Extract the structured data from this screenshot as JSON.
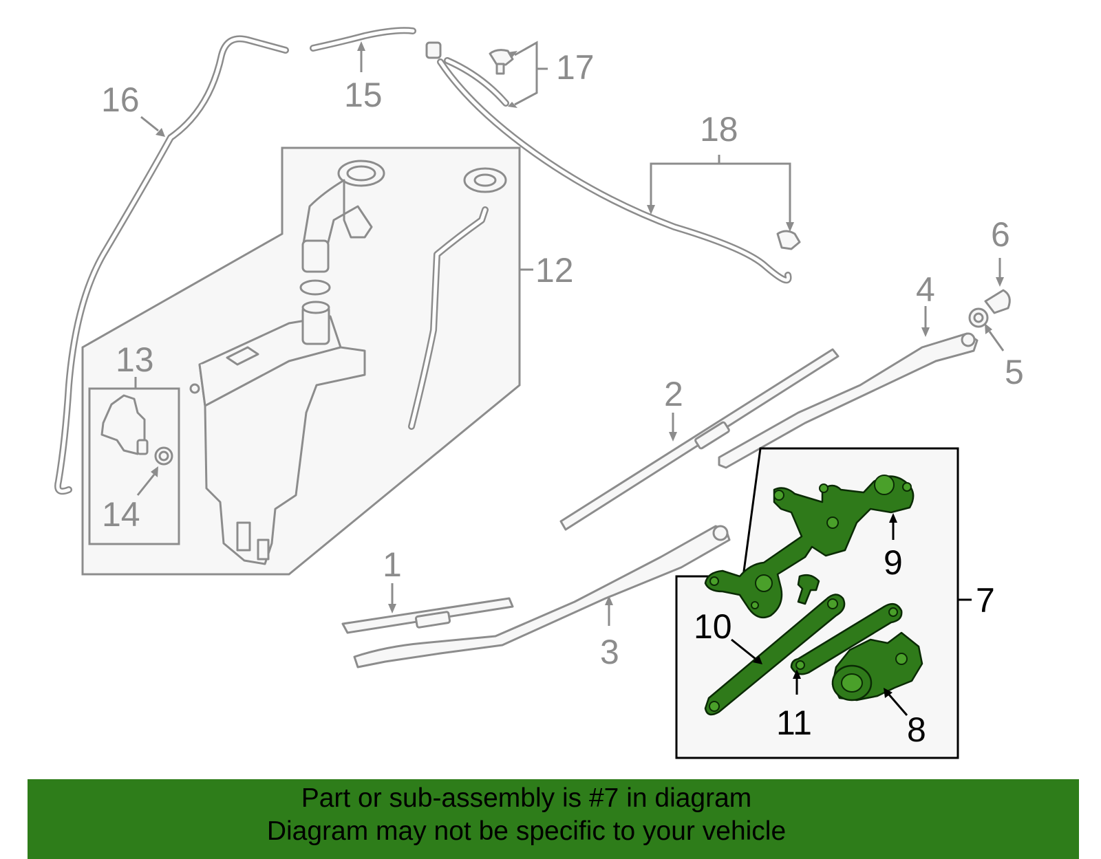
{
  "diagram": {
    "callouts": [
      "1",
      "2",
      "3",
      "4",
      "5",
      "6",
      "7",
      "8",
      "9",
      "10",
      "11",
      "12",
      "13",
      "14",
      "15",
      "16",
      "17",
      "18"
    ],
    "highlight_color": "#2f7a1a",
    "outline_color": "#8c8c8c"
  },
  "banner": {
    "line1": "Part or sub-assembly is #7 in diagram",
    "line2": "Diagram may not be specific to your vehicle",
    "background": "#2e7d1a"
  }
}
